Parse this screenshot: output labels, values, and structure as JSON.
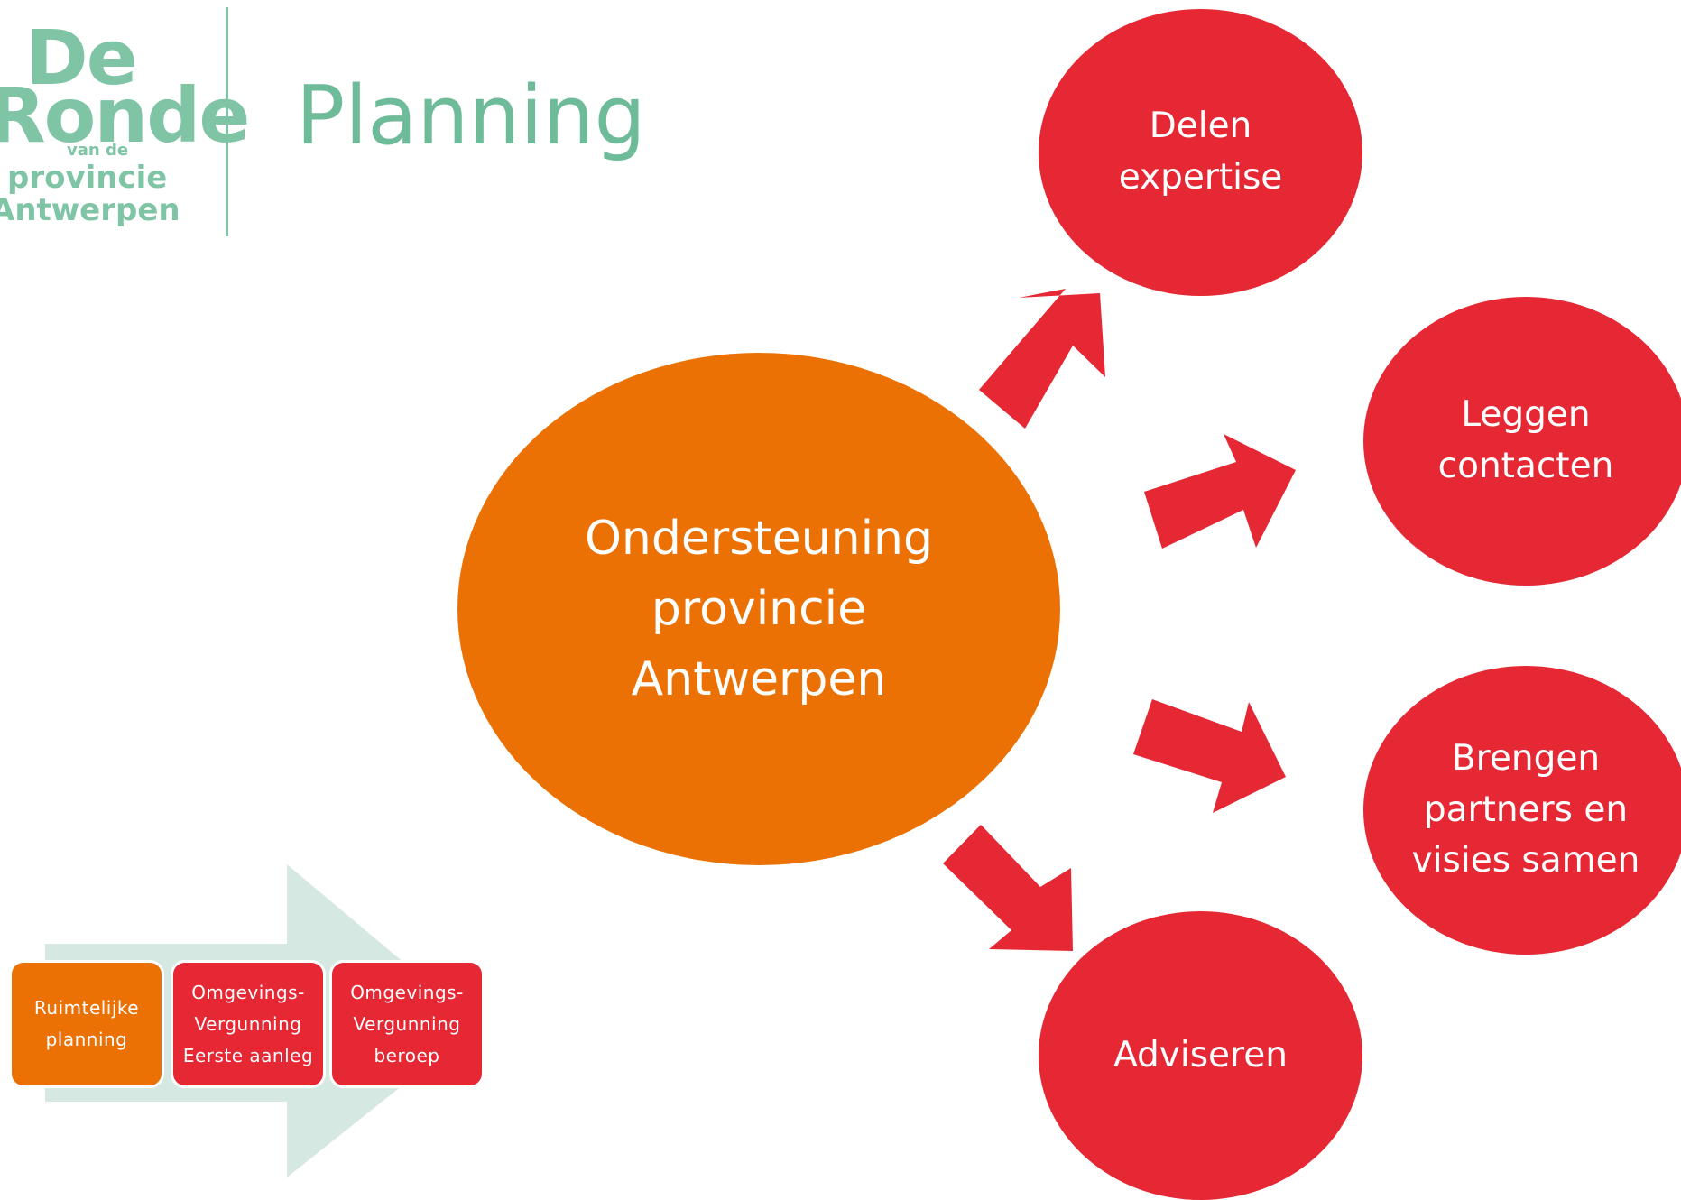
{
  "logo": {
    "line1": "De",
    "line2": "Ronde",
    "line3": "van de",
    "line4": "provincie",
    "line5": "Antwerpen"
  },
  "title": "Planning",
  "center_node": {
    "lines": [
      "Ondersteuning",
      "provincie",
      "Antwerpen"
    ]
  },
  "outer_nodes": {
    "delen": [
      "Delen",
      "expertise"
    ],
    "leggen": [
      "Leggen",
      "contacten"
    ],
    "brengen": [
      "Brengen",
      "partners en",
      "visies samen"
    ],
    "adviseren": [
      "Adviseren"
    ]
  },
  "process": {
    "steps": [
      {
        "lines": [
          "Ruimtelijke",
          "planning"
        ]
      },
      {
        "lines": [
          "Omgevings-",
          "Vergunning",
          "Eerste aanleg"
        ]
      },
      {
        "lines": [
          "Omgevings-",
          "Vergunning",
          "beroep"
        ]
      }
    ]
  },
  "colors": {
    "orange": "#ec7104",
    "red": "#e52834",
    "green": "#7ec4a5",
    "chevron": "#d5e8e1"
  }
}
